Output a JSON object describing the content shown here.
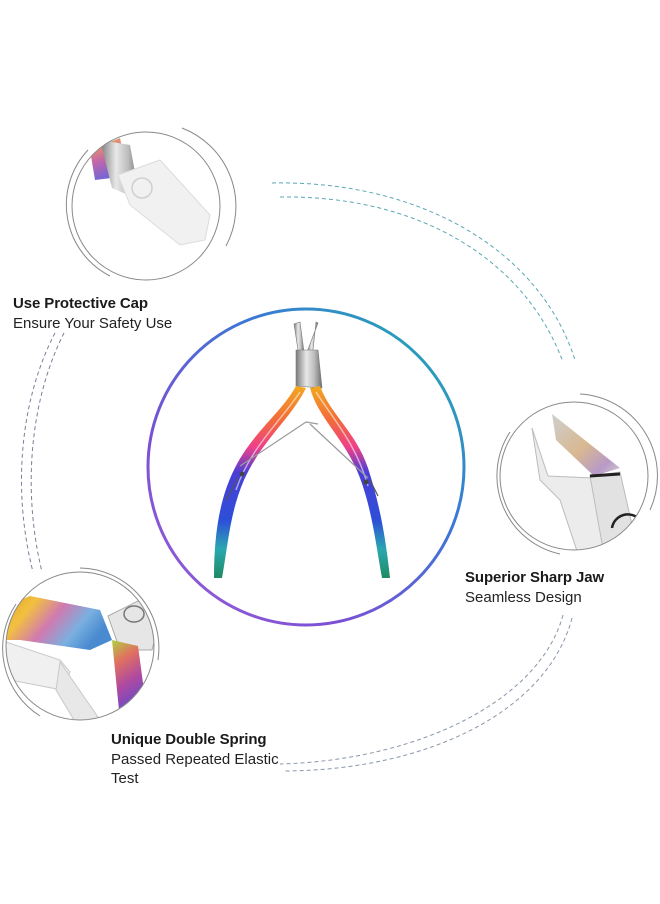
{
  "colors": {
    "ring_gradient": [
      "#1fb4a8",
      "#3a7ad8",
      "#7b4fd6",
      "#9a5fd8"
    ],
    "dashed_arc_top": "#5aa8b4",
    "dashed_arc_left": "#7a7f96",
    "text": "#1a1a1a",
    "handle_gradient": [
      "#f0a020",
      "#f0407a",
      "#3a3fd4",
      "#2aa88a"
    ]
  },
  "product": {
    "name": "cuticle-nipper",
    "image_description": "Stainless steel cuticle nipper with rainbow titanium-coated handles and double spring"
  },
  "features": [
    {
      "id": "protective-cap",
      "title": "Use Protective Cap",
      "description": "Ensure Your Safety Use",
      "image": "nipper tip with white protective cap"
    },
    {
      "id": "sharp-jaw",
      "title": "Superior Sharp Jaw",
      "description": "Seamless Design",
      "image": "close-up of sharp cutting jaw"
    },
    {
      "id": "double-spring",
      "title": "Unique Double Spring",
      "description": "Passed Repeated Elastic Test",
      "image": "close-up of rainbow handle and double spring joint"
    }
  ]
}
